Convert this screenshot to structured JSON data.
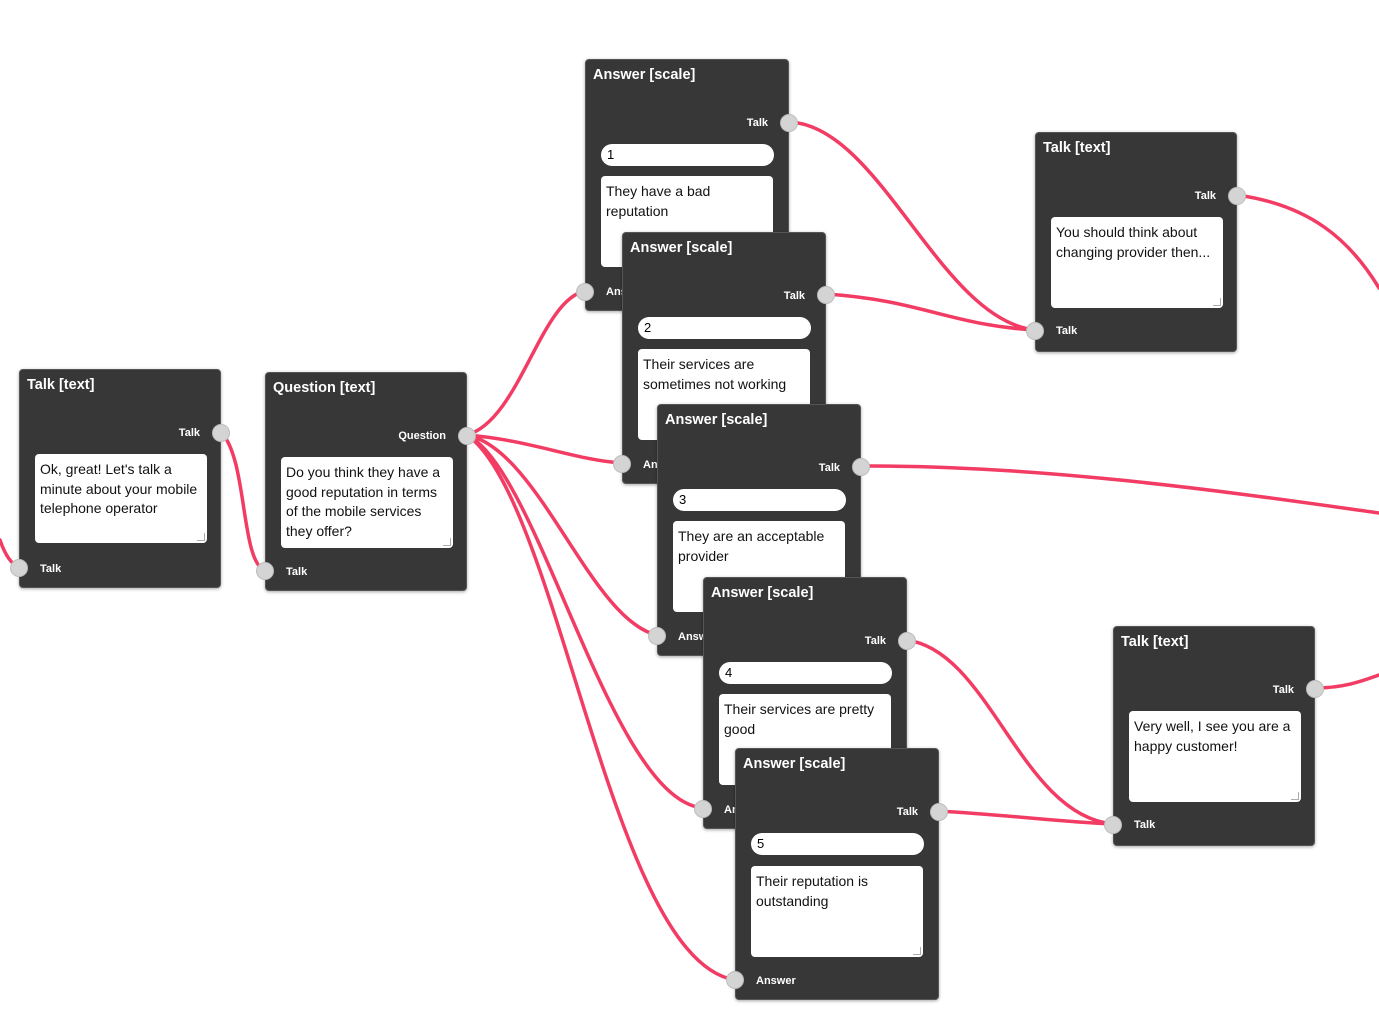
{
  "colors": {
    "wire": "#f23c64",
    "node_bg": "#373737",
    "port": "#d4d4d4"
  },
  "nodes": {
    "talk1": {
      "title": "Talk [text]",
      "out_label": "Talk",
      "in_label": "Talk",
      "text": "Ok, great! Let's talk a minute about your mobile telephone operator"
    },
    "question": {
      "title": "Question [text]",
      "out_label": "Question",
      "in_label": "Talk",
      "text": "Do you think they have a good reputation in terms of the mobile services they offer?"
    },
    "answer1": {
      "title": "Answer [scale]",
      "out_label": "Talk",
      "in_label": "Ans",
      "value": "1",
      "text": "They have a bad reputation"
    },
    "answer2": {
      "title": "Answer [scale]",
      "out_label": "Talk",
      "in_label": "An",
      "value": "2",
      "text": "Their services are sometimes not working"
    },
    "answer3": {
      "title": "Answer [scale]",
      "out_label": "Talk",
      "in_label": "Answ",
      "value": "3",
      "text": "They are an acceptable provider"
    },
    "answer4": {
      "title": "Answer [scale]",
      "out_label": "Talk",
      "in_label": "An",
      "value": "4",
      "text": "Their services are pretty good"
    },
    "answer5": {
      "title": "Answer [scale]",
      "out_label": "Talk",
      "in_label": "Answer",
      "value": "5",
      "text": "Their reputation is outstanding"
    },
    "talk_change": {
      "title": "Talk [text]",
      "out_label": "Talk",
      "in_label": "Talk",
      "text": "You should think about changing provider then..."
    },
    "talk_happy": {
      "title": "Talk [text]",
      "out_label": "Talk",
      "in_label": "Talk",
      "text": "Very well, I see you are a happy customer!"
    }
  }
}
